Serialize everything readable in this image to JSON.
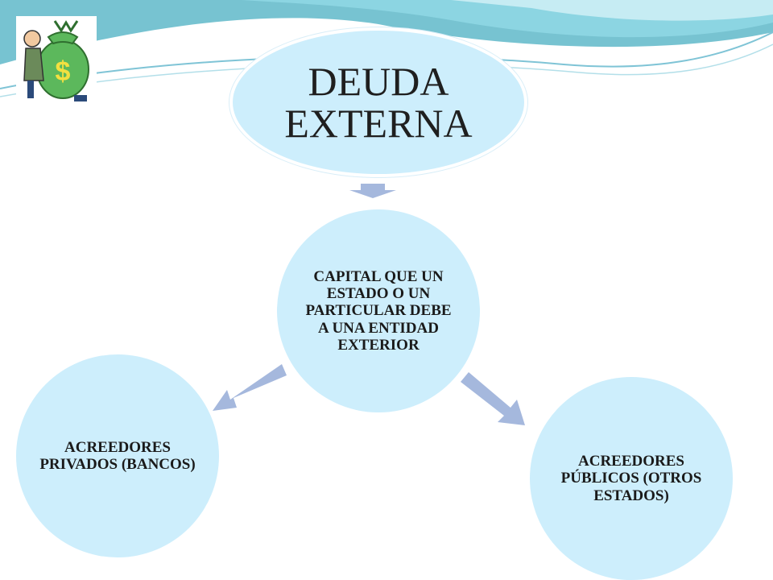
{
  "diagram": {
    "title": "DEUDA EXTERNA",
    "center": "CAPITAL QUE UN ESTADO O UN PARTICULAR DEBE A UNA ENTIDAD EXTERIOR",
    "left": "ACREEDORES PRIVADOS (BANCOS)",
    "right": "ACREEDORES PÚBLICOS (OTROS ESTADOS)"
  },
  "colors": {
    "node_fill": "#cdeefc",
    "arrow_fill": "#a5b8dd",
    "swoosh_teal": "#5ec6cf",
    "logo_bag": "#5cb85c"
  },
  "icons": {
    "logo": "money-bag-icon"
  }
}
